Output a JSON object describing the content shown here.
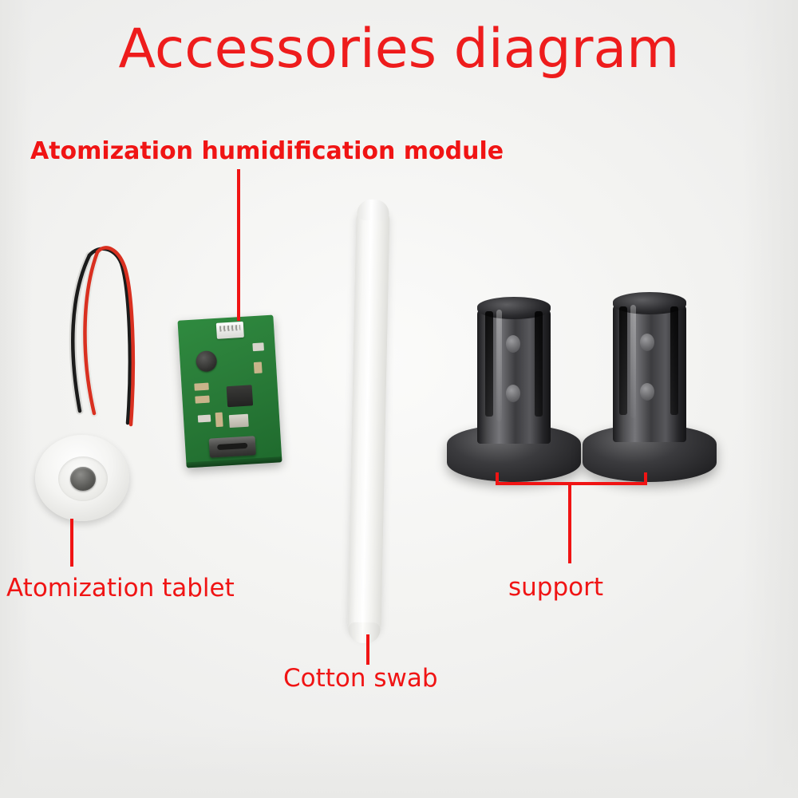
{
  "title": "Accessories diagram",
  "colors": {
    "label": "#f01414",
    "title": "#ee1c1c",
    "background": "#f2f2f0",
    "pcb_green": "#2a7d39",
    "support_black": "#24242 6"
  },
  "labels": {
    "module": "Atomization humidification module",
    "tablet": "Atomization tablet",
    "swab": "Cotton swab",
    "support": "support"
  },
  "parts": [
    {
      "name": "atomization-tablet",
      "label": "Atomization tablet",
      "description": "round white ceramic atomizing disc with red and black wires"
    },
    {
      "name": "atomization-humidification-module",
      "label": "Atomization humidification module",
      "description": "green PCB driver board with micro USB port and white JST connector"
    },
    {
      "name": "cotton-swab",
      "label": "Cotton swab",
      "description": "long white cylindrical cotton wick"
    },
    {
      "name": "support-left",
      "label": "support",
      "description": "black cylindrical holder with slotted shaft and round base"
    },
    {
      "name": "support-right",
      "label": "support",
      "description": "black cylindrical holder with slotted shaft and round base"
    }
  ]
}
